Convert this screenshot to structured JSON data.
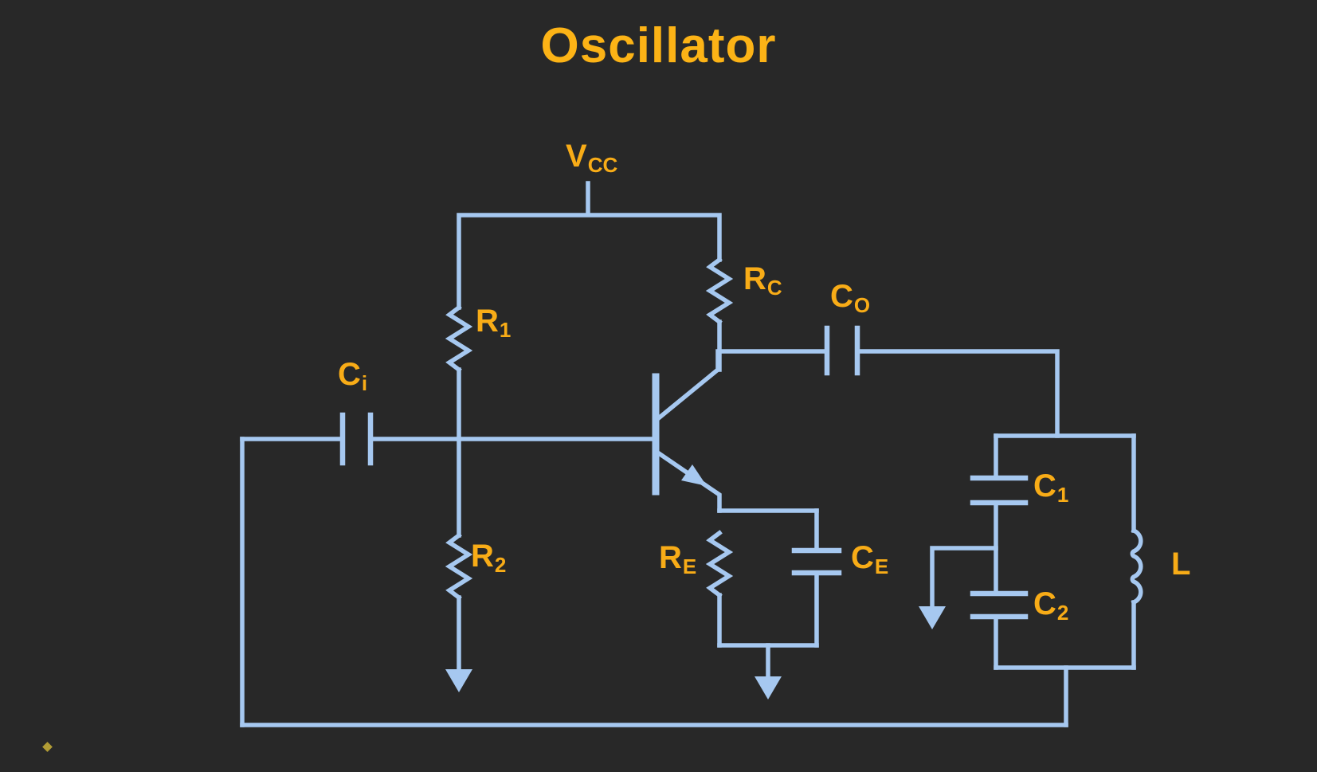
{
  "title": "Oscillator",
  "colors": {
    "background": "#282828",
    "wire": "#a6c8f0",
    "label": "#f8ac17",
    "title": "#fcb316",
    "spark": "#c9b037"
  },
  "labels": {
    "vcc": {
      "main": "V",
      "sub": "CC"
    },
    "r1": {
      "main": "R",
      "sub": "1"
    },
    "rc": {
      "main": "R",
      "sub": "C"
    },
    "co": {
      "main": "C",
      "sub": "O"
    },
    "ci": {
      "main": "C",
      "sub": "i"
    },
    "r2": {
      "main": "R",
      "sub": "2"
    },
    "re": {
      "main": "R",
      "sub": "E"
    },
    "ce": {
      "main": "C",
      "sub": "E"
    },
    "c1": {
      "main": "C",
      "sub": "1"
    },
    "c2": {
      "main": "C",
      "sub": "2"
    },
    "l": {
      "main": "L",
      "sub": ""
    }
  }
}
